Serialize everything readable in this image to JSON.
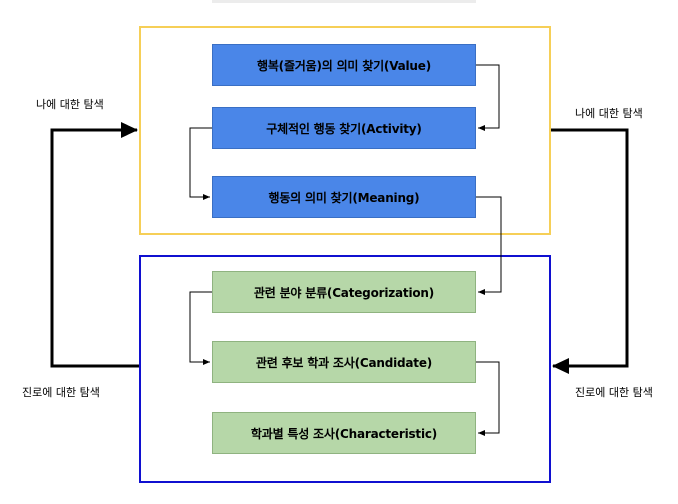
{
  "group_top": {
    "boxes": [
      {
        "label": "행복(즐거움)의 의미 찾기(Value)"
      },
      {
        "label": "구체적인 행동 찾기(Activity)"
      },
      {
        "label": "행동의 의미 찾기(Meaning)"
      }
    ]
  },
  "group_bottom": {
    "boxes": [
      {
        "label": "관련 분야 분류(Categorization)"
      },
      {
        "label": "관련 후보 학과 조사(Candidate)"
      },
      {
        "label": "학과별 특성 조사(Characteristic)"
      }
    ]
  },
  "labels": {
    "left_top": "나에 대한 탐색",
    "left_bottom": "진로에 대한 탐색",
    "right_top": "나에 대한 탐색",
    "right_bottom": "진로에 대한 탐색"
  },
  "colors": {
    "top_frame": "#f6cf57",
    "bottom_frame": "#1010d0",
    "blue_box": "#4a86e8",
    "green_box": "#b6d7a8"
  }
}
